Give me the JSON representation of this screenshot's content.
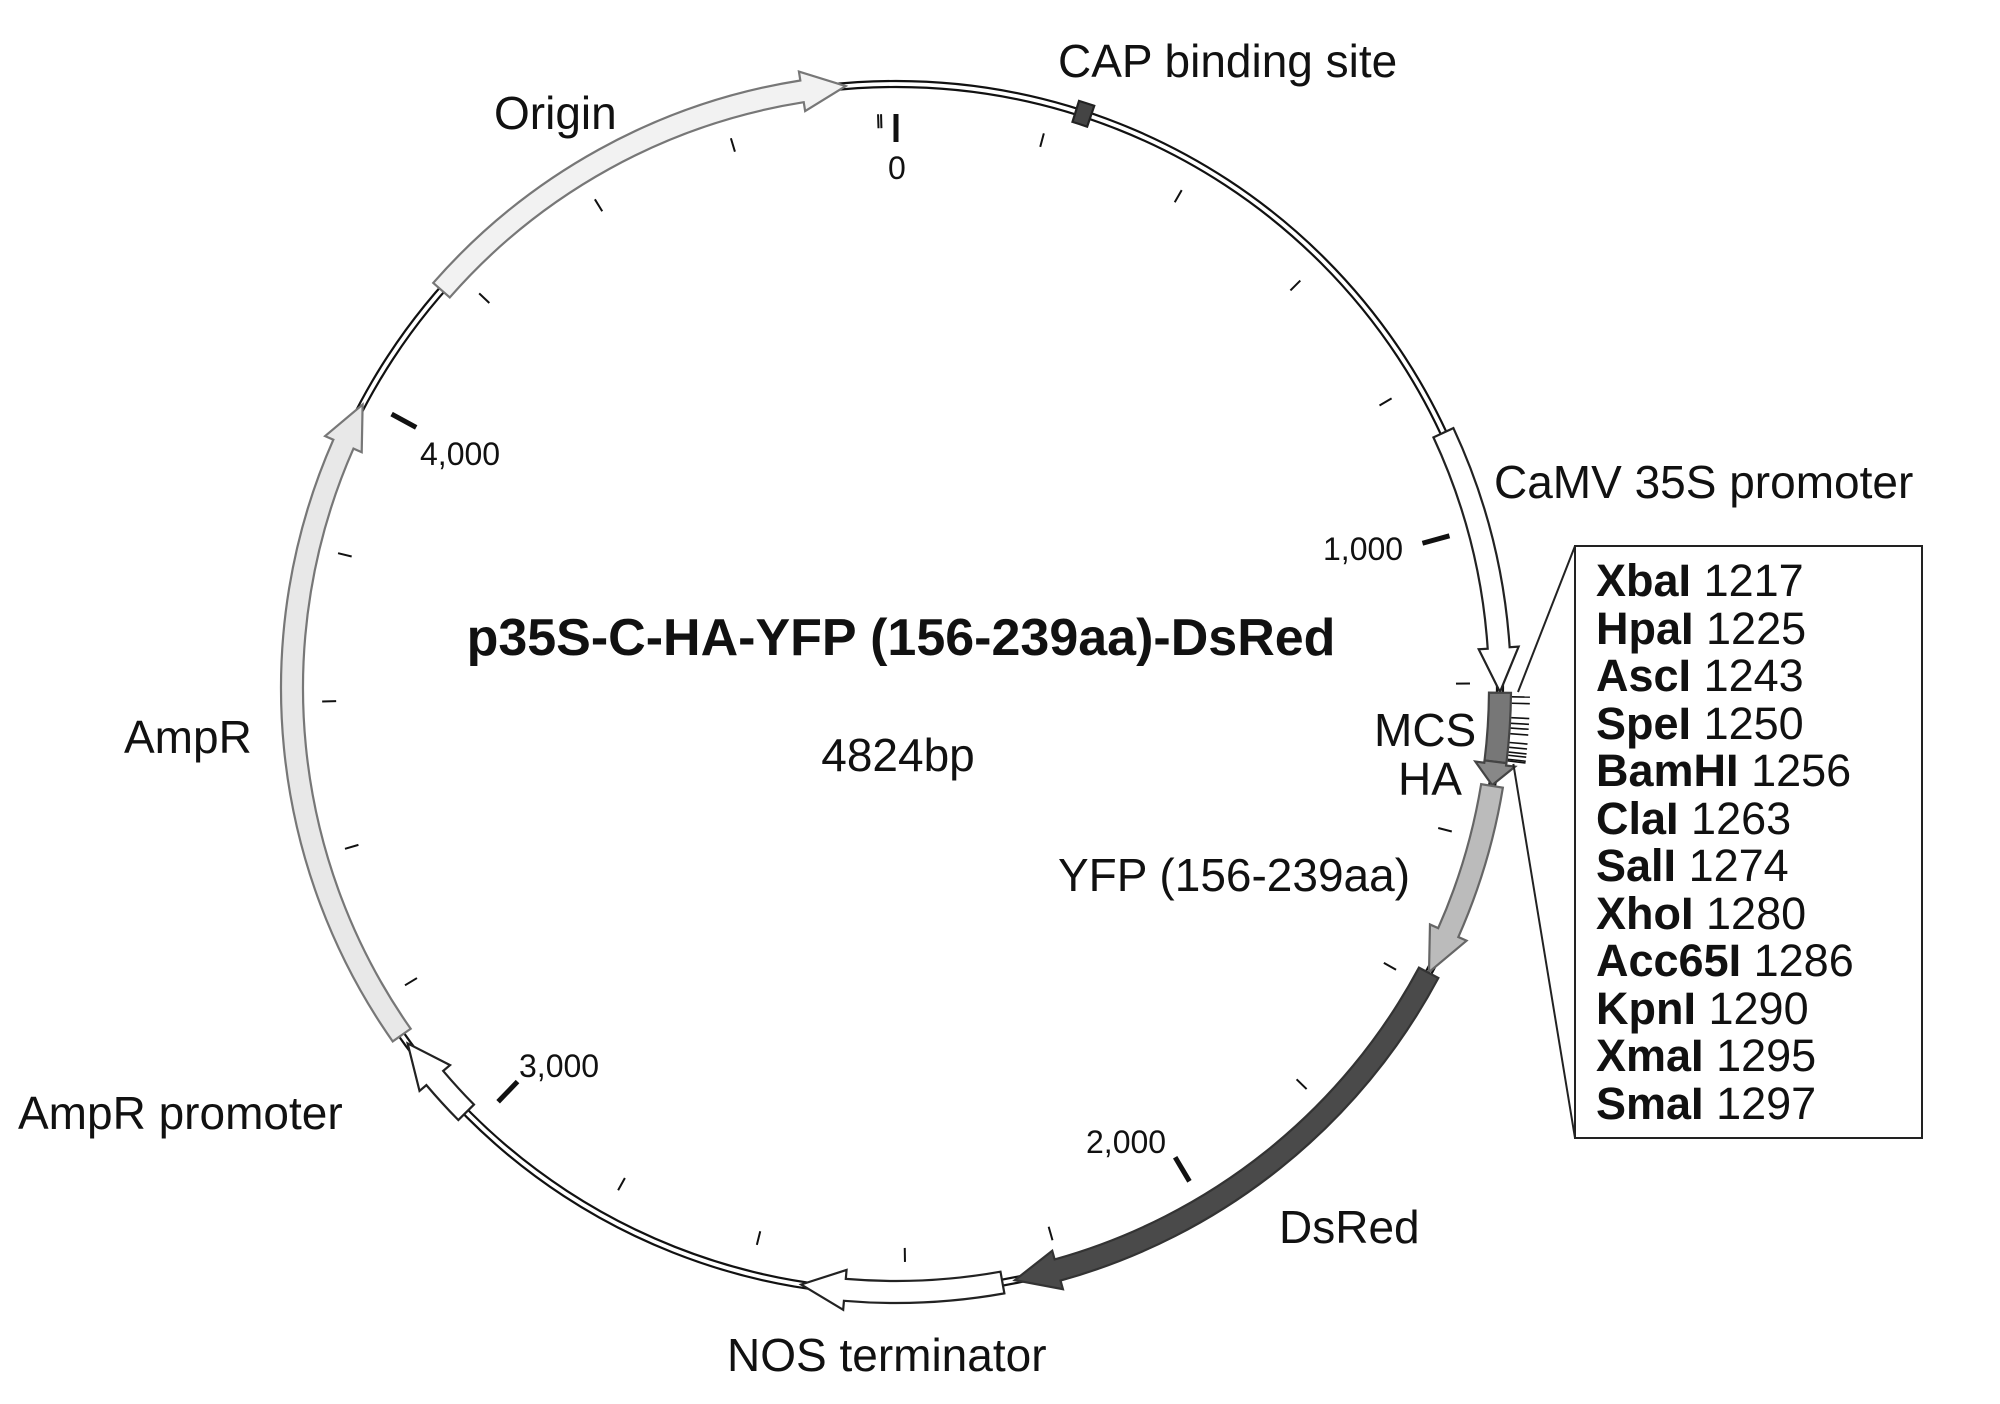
{
  "title": "p35S-C-HA-YFP (156-239aa)-DsRed",
  "size_label": "4824bp",
  "total_bp": 4824,
  "tick_labels": [
    "0",
    "1,000",
    "2,000",
    "3,000",
    "4,000"
  ],
  "features": [
    {
      "name": "Origin",
      "start": 4170,
      "end": 4760,
      "fill": "#f2f2f2",
      "stroke": "#777777",
      "arrow": true
    },
    {
      "name": "CAP binding site",
      "start": 232,
      "end": 252,
      "fill": "#444444",
      "stroke": "#222222",
      "arrow": false
    },
    {
      "name": "CaMV 35S promoter",
      "start": 871,
      "end": 1211,
      "fill": "#ffffff",
      "stroke": "#222222",
      "arrow": true
    },
    {
      "name": "MCS",
      "start": 1212,
      "end": 1300,
      "fill": "#777777",
      "stroke": "#444444",
      "arrow": false
    },
    {
      "name": "HA",
      "start": 1300,
      "end": 1330,
      "fill": "#888888",
      "stroke": "#444444",
      "arrow": true
    },
    {
      "name": "YFP (156-239aa)",
      "start": 1331,
      "end": 1582,
      "fill": "#bbbbbb",
      "stroke": "#666666",
      "arrow": true
    },
    {
      "name": "DsRed",
      "start": 1583,
      "end": 2260,
      "fill": "#4a4a4a",
      "stroke": "#333333",
      "arrow": true
    },
    {
      "name": "NOS terminator",
      "start": 2276,
      "end": 2533,
      "fill": "#ffffff",
      "stroke": "#222222",
      "arrow": true
    },
    {
      "name": "AmpR promoter",
      "start": 3020,
      "end": 3135,
      "fill": "#ffffff",
      "stroke": "#222222",
      "arrow": true
    },
    {
      "name": "AmpR",
      "start": 3148,
      "end": 3993,
      "fill": "#e8e8e8",
      "stroke": "#777777",
      "arrow": true
    }
  ],
  "enzymes": [
    {
      "name": "XbaI",
      "pos": "1217"
    },
    {
      "name": "HpaI",
      "pos": "1225"
    },
    {
      "name": "AscI",
      "pos": "1243"
    },
    {
      "name": "SpeI",
      "pos": "1250"
    },
    {
      "name": "BamHI",
      "pos": "1256"
    },
    {
      "name": "ClaI",
      "pos": "1263"
    },
    {
      "name": "SalI",
      "pos": "1274"
    },
    {
      "name": "XhoI",
      "pos": "1280"
    },
    {
      "name": "Acc65I",
      "pos": "1286"
    },
    {
      "name": "KpnI",
      "pos": "1290"
    },
    {
      "name": "XmaI",
      "pos": "1295"
    },
    {
      "name": "SmaI",
      "pos": "1297"
    }
  ]
}
